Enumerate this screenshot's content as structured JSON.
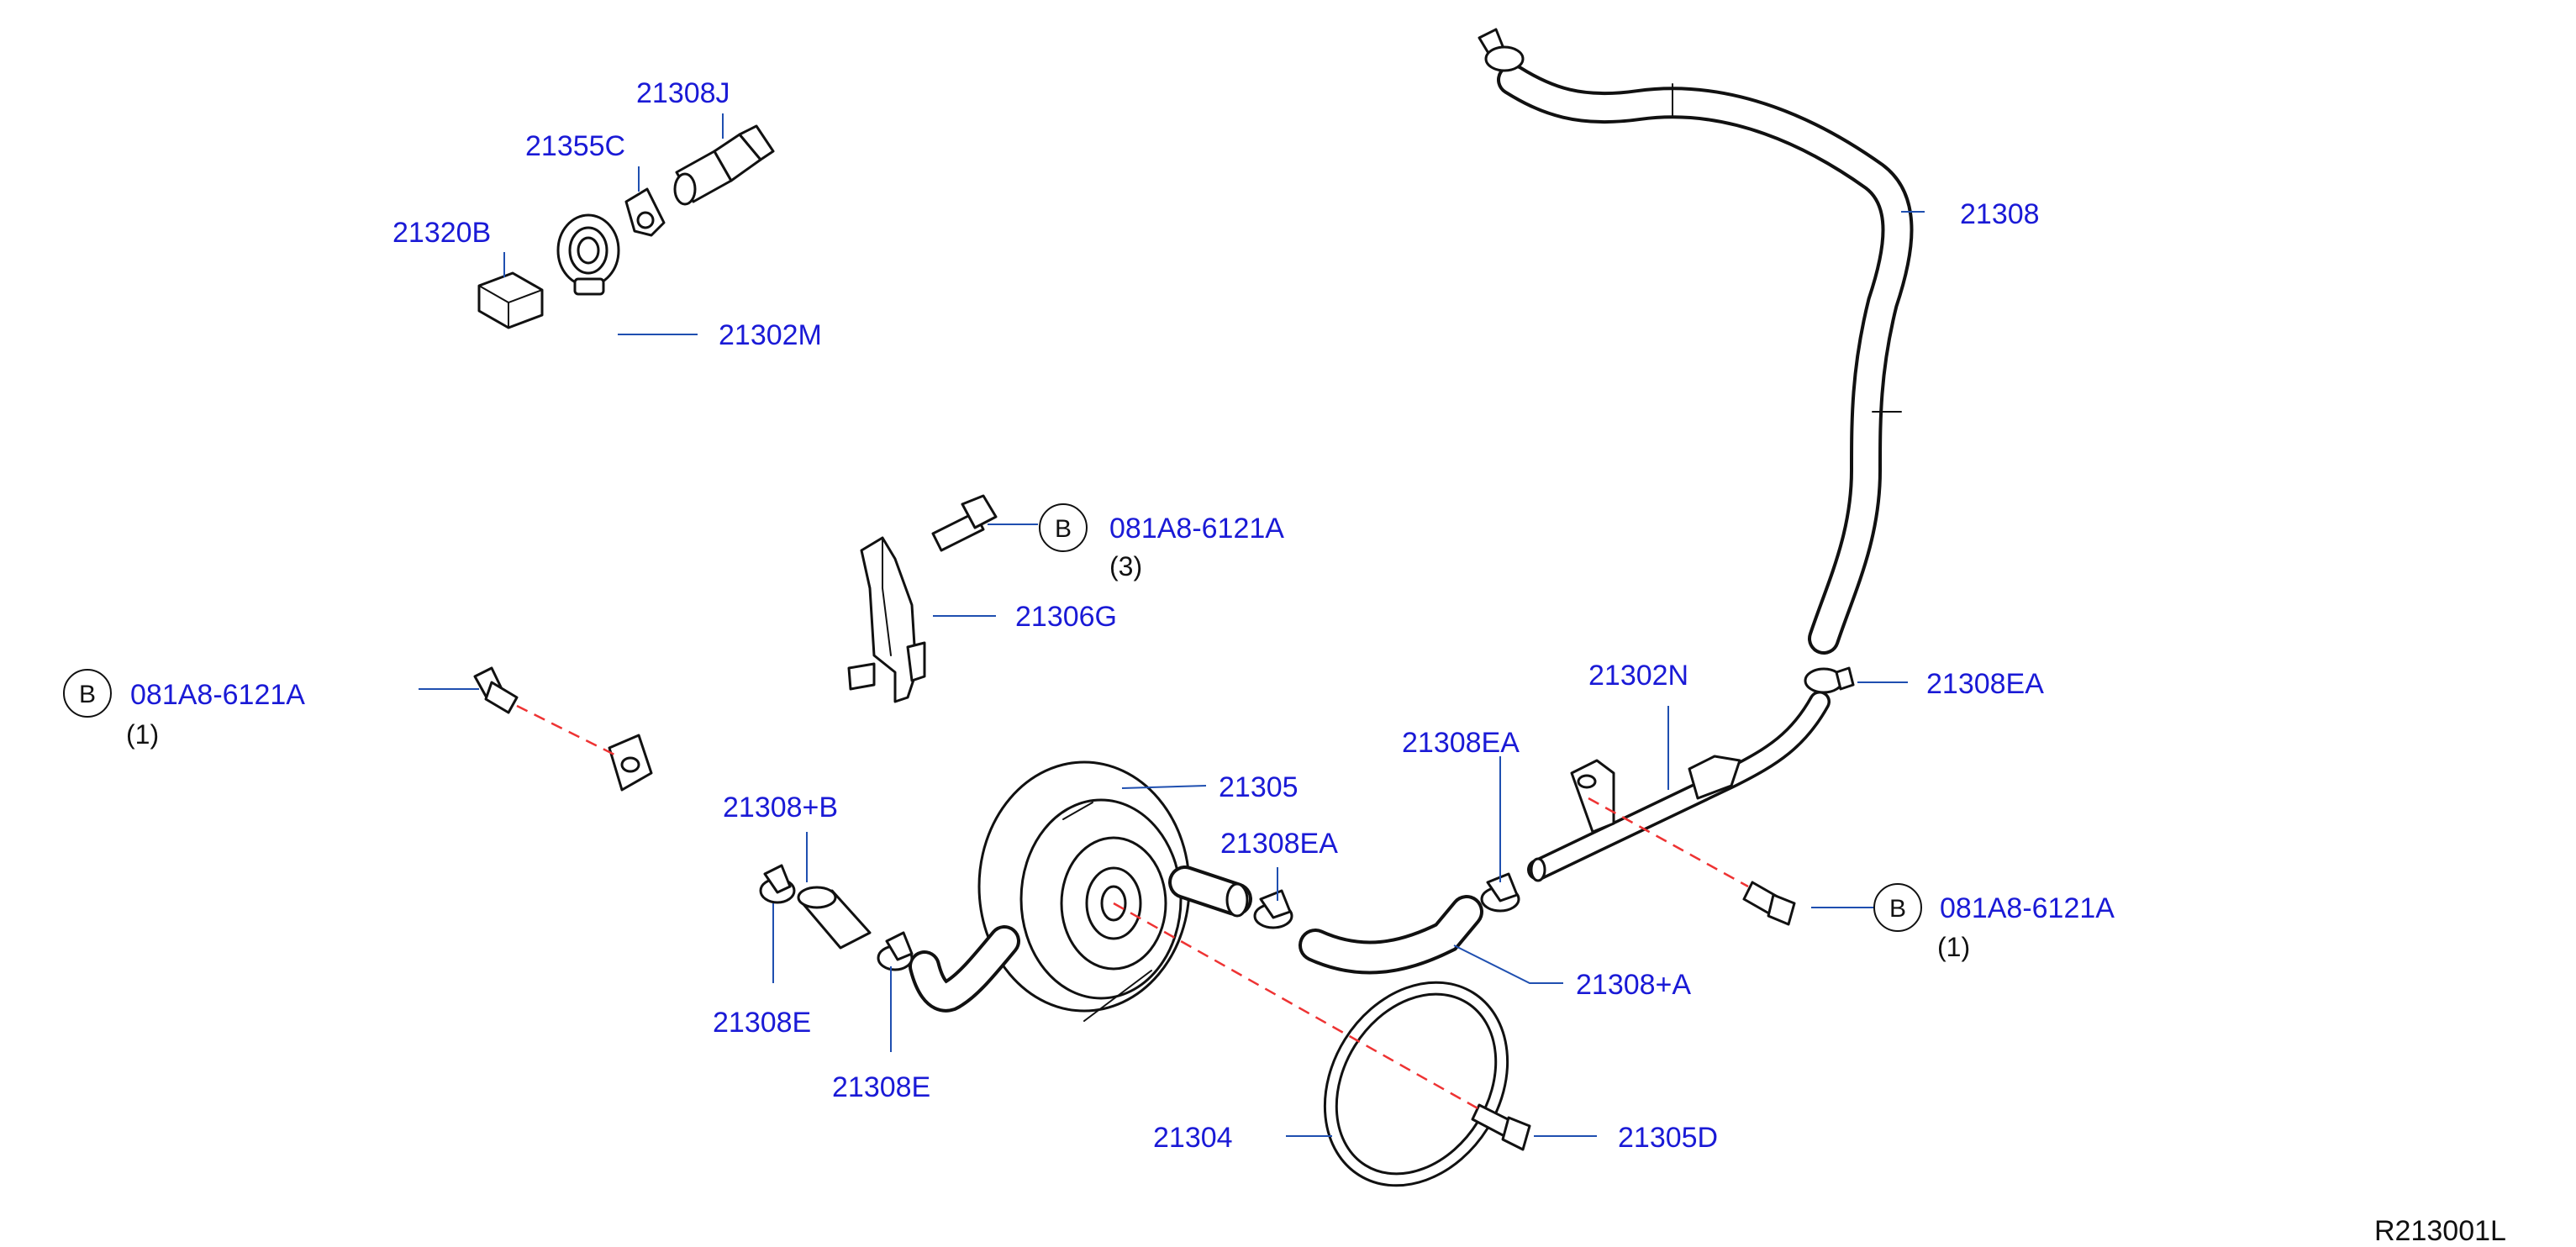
{
  "labels": {
    "l_21308J": "21308J",
    "l_21355C": "21355C",
    "l_21320B": "21320B",
    "l_21302M": "21302M",
    "l_21308": "21308",
    "l_b_top_code": "081A8-6121A",
    "l_b_top_qty": "(3)",
    "l_21306G": "21306G",
    "l_b_left_code": "081A8-6121A",
    "l_b_left_qty": "(1)",
    "l_21302N": "21302N",
    "l_21308EA_right": "21308EA",
    "l_21308EA_mid": "21308EA",
    "l_21305": "21305",
    "l_21308B": "21308+B",
    "l_21308EA_low": "21308EA",
    "l_b_right_code": "081A8-6121A",
    "l_b_right_qty": "(1)",
    "l_21308E_a": "21308E",
    "l_21308A": "21308+A",
    "l_21308E_b": "21308E",
    "l_21304": "21304",
    "l_21305D": "21305D",
    "callout_b": "B",
    "drawing_code": "R213001L"
  },
  "colors": {
    "part_label": "#1a1ad6",
    "leader_line": "#1f4fb0",
    "center_line": "#e33333",
    "ink": "#111111"
  }
}
